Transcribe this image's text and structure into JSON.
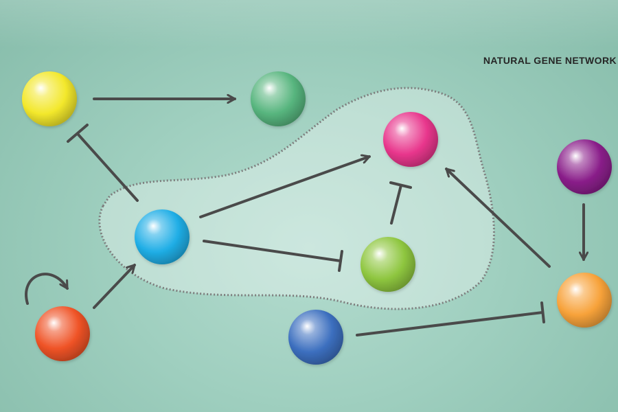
{
  "title": "NATURAL GENE NETWORK",
  "colors": {
    "background": "#a3d3c3",
    "line": "#4a4a4a",
    "boundary": "#7d7d7d"
  },
  "nodes": [
    {
      "id": "yellow",
      "color": "#f3e82c",
      "icon": "yellow-gene-node"
    },
    {
      "id": "green",
      "color": "#57b57e",
      "icon": "green-gene-node"
    },
    {
      "id": "pink",
      "color": "#e8368c",
      "icon": "pink-gene-node"
    },
    {
      "id": "purple",
      "color": "#8a1f8a",
      "icon": "purple-gene-node"
    },
    {
      "id": "cyan",
      "color": "#20aee6",
      "icon": "cyan-gene-node"
    },
    {
      "id": "lime",
      "color": "#8ec63f",
      "icon": "lime-gene-node"
    },
    {
      "id": "orange",
      "color": "#f7a23a",
      "icon": "orange-gene-node"
    },
    {
      "id": "red",
      "color": "#ef5326",
      "icon": "red-gene-node"
    },
    {
      "id": "blue",
      "color": "#3c6fbf",
      "icon": "blue-gene-node"
    }
  ],
  "edges": [
    {
      "from": "yellow",
      "to": "green",
      "type": "activation"
    },
    {
      "from": "cyan",
      "to": "yellow",
      "type": "inhibition"
    },
    {
      "from": "cyan",
      "to": "pink",
      "type": "activation"
    },
    {
      "from": "cyan",
      "to": "lime",
      "type": "inhibition"
    },
    {
      "from": "lime",
      "to": "pink",
      "type": "inhibition"
    },
    {
      "from": "orange",
      "to": "pink",
      "type": "activation"
    },
    {
      "from": "purple",
      "to": "orange",
      "type": "activation"
    },
    {
      "from": "blue",
      "to": "orange",
      "type": "inhibition"
    },
    {
      "from": "red",
      "to": "cyan",
      "type": "activation"
    },
    {
      "from": "red",
      "to": "red",
      "type": "self-activation"
    }
  ]
}
